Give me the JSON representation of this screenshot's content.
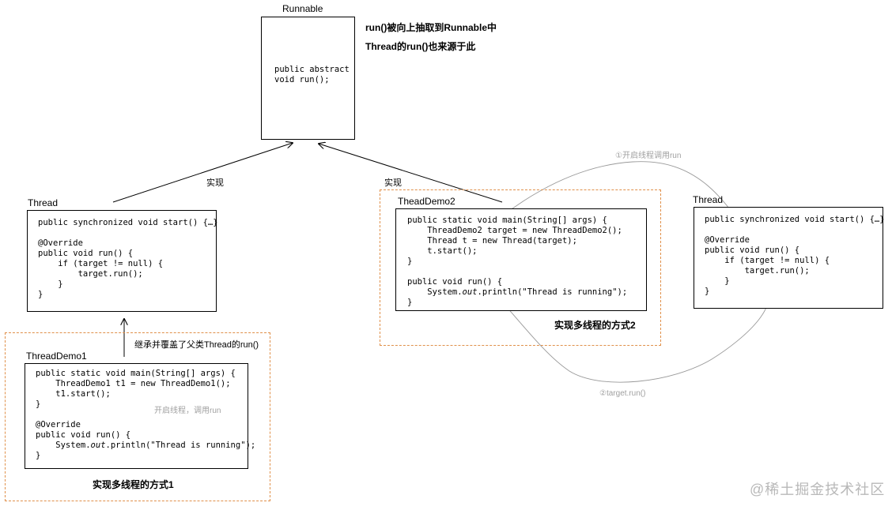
{
  "runnable": {
    "title": "Runnable",
    "code": [
      "public abstract",
      "void run();"
    ]
  },
  "annotation": {
    "line1": "run()被向上抽取到Runnable中",
    "line2": "Thread的run()也来源于此"
  },
  "labels": {
    "implement_left": "实现",
    "implement_right": "实现",
    "inherit_override": "继承并覆盖了父类Thread的run()",
    "start_thread_call_run": "开启线程，调用run",
    "step1": "①开启线程调用run",
    "step2": "②target.run()"
  },
  "thread_left": {
    "title": "Thread",
    "code": [
      "public synchronized void start() {…}",
      "",
      "@Override",
      "public void run() {",
      "    if (target != null) {",
      "        target.run();",
      "    }",
      "}"
    ]
  },
  "thread_right": {
    "title": "Thread",
    "code": [
      "public synchronized void start() {…}",
      "",
      "@Override",
      "public void run() {",
      "    if (target != null) {",
      "        target.run();",
      "    }",
      "}"
    ]
  },
  "threaddemo1": {
    "title": "ThreadDemo1",
    "code": [
      "public static void main(String[] args) {",
      "    ThreadDemo1 t1 = new ThreadDemo1();",
      "    t1.start();",
      "}",
      "",
      "@Override",
      "public void run() {"
    ],
    "print_prefix": "    System.",
    "print_out": "out",
    "print_suffix": ".println(\"Thread is running\");",
    "closing": "}",
    "caption": "实现多线程的方式1"
  },
  "theaddemo2": {
    "title": "TheadDemo2",
    "code": [
      "public static void main(String[] args) {",
      "    ThreadDemo2 target = new ThreadDemo2();",
      "    Thread t = new Thread(target);",
      "    t.start();",
      "}",
      "",
      "public void run() {"
    ],
    "print_prefix": "    System.",
    "print_out": "out",
    "print_suffix": ".println(\"Thread is running\");",
    "closing": "}",
    "caption": "实现多线程的方式2"
  },
  "watermark": "@稀土掘金技术社区"
}
